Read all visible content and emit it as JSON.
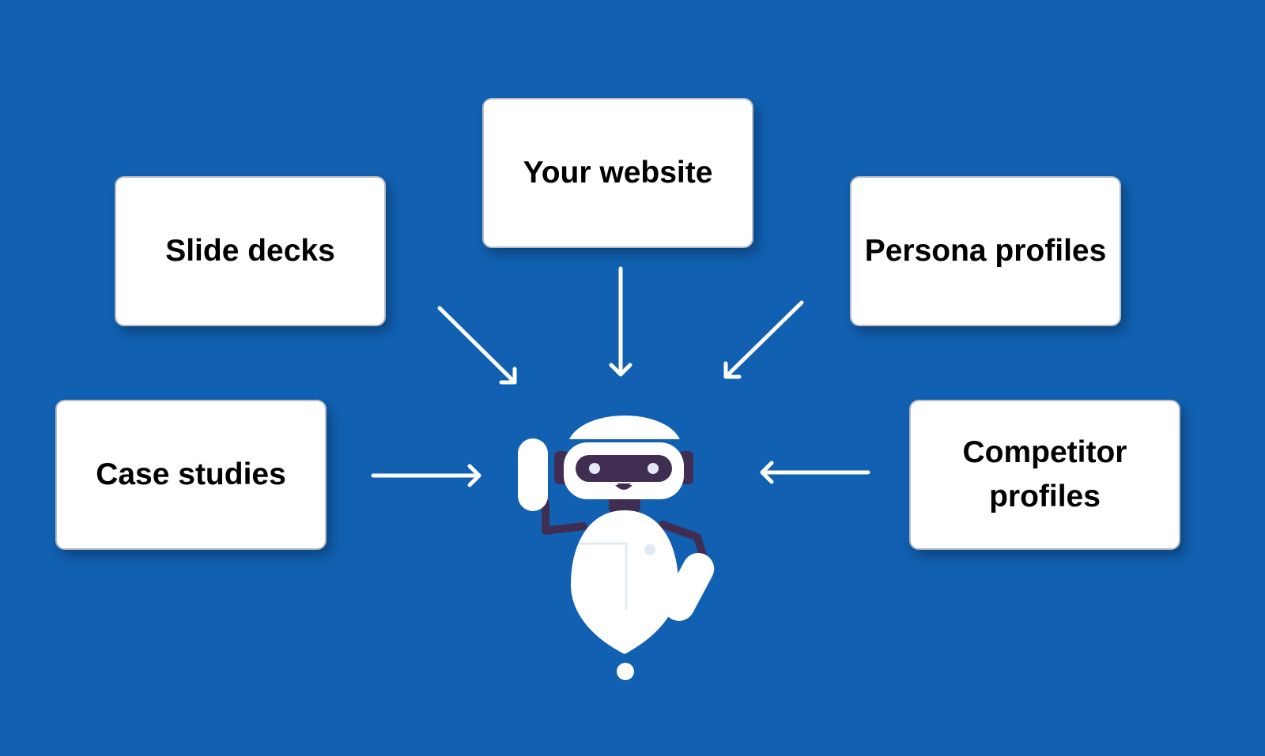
{
  "colors": {
    "background": "#1160b1",
    "card": "#ffffff",
    "card_border": "#b9bcc4",
    "arrow": "#ffffff",
    "robot_body": "#ffffff",
    "robot_visor": "#3f2e52",
    "robot_accent": "#e3eaf5"
  },
  "cards": {
    "website": "Your website",
    "slides": "Slide decks",
    "persona": "Persona profiles",
    "cases": "Case studies",
    "competitor": "Competitor profiles"
  },
  "icons": {
    "center": "robot-icon",
    "arrows": "arrow-icon"
  }
}
